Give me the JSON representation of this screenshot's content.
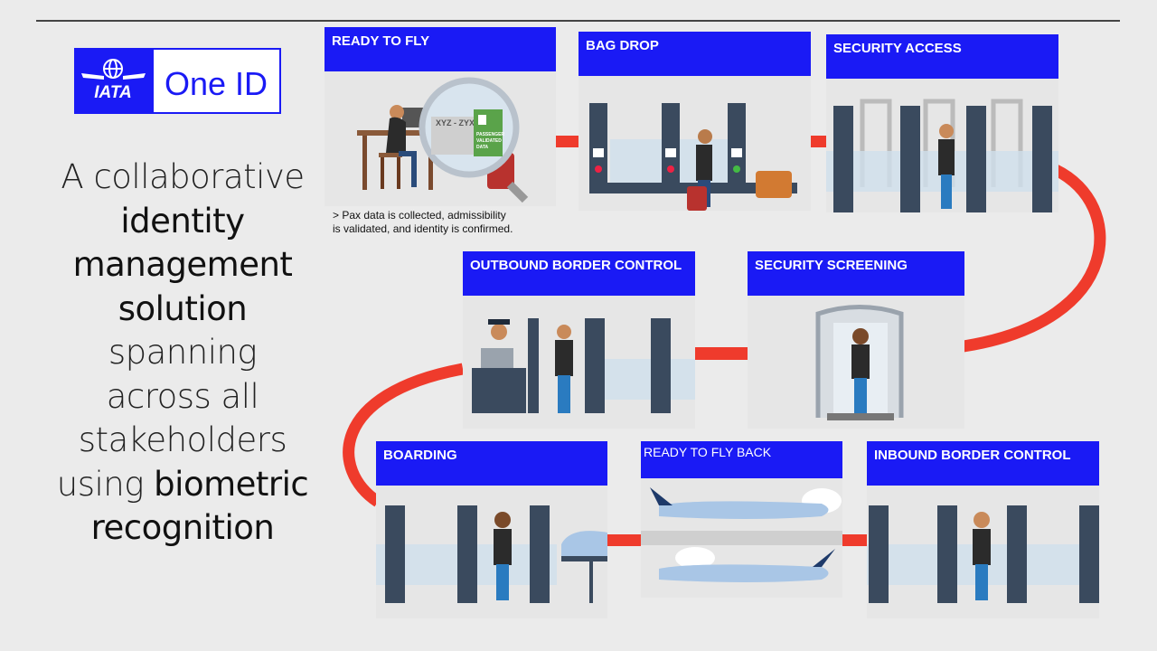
{
  "logo": {
    "brand": "IATA",
    "product": "One ID"
  },
  "tagline": {
    "l1": "A collaborative",
    "l2": "identity",
    "l3": "management",
    "l4": "solution",
    "l5": "spanning",
    "l6": "across all",
    "l7": "stakeholders",
    "l8a": "using ",
    "l8b": "biometric",
    "l9": "recognition"
  },
  "steps": {
    "ready_to_fly": "READY TO FLY",
    "bag_drop": "BAG DROP",
    "security_access": "SECURITY ACCESS",
    "outbound_border_control": "OUTBOUND BORDER CONTROL",
    "security_screening": "SECURITY SCREENING",
    "boarding": "BOARDING",
    "ready_to_fly_back": "READY TO FLY BACK",
    "inbound_border_control": "INBOUND BORDER CONTROL"
  },
  "note": {
    "l1": "> Pax data is collected, admissibility",
    "l2": "is validated, and identity is confirmed."
  },
  "doc_labels": {
    "route": "XYZ - ZYX",
    "passenger": "PASSENGER",
    "validated": "VALIDATED",
    "data": "DATA"
  },
  "colors": {
    "accent_blue": "#1a1af5",
    "connector_red": "#ef3b2c",
    "gate_navy": "#3a4a5e",
    "background": "#ebebeb"
  }
}
